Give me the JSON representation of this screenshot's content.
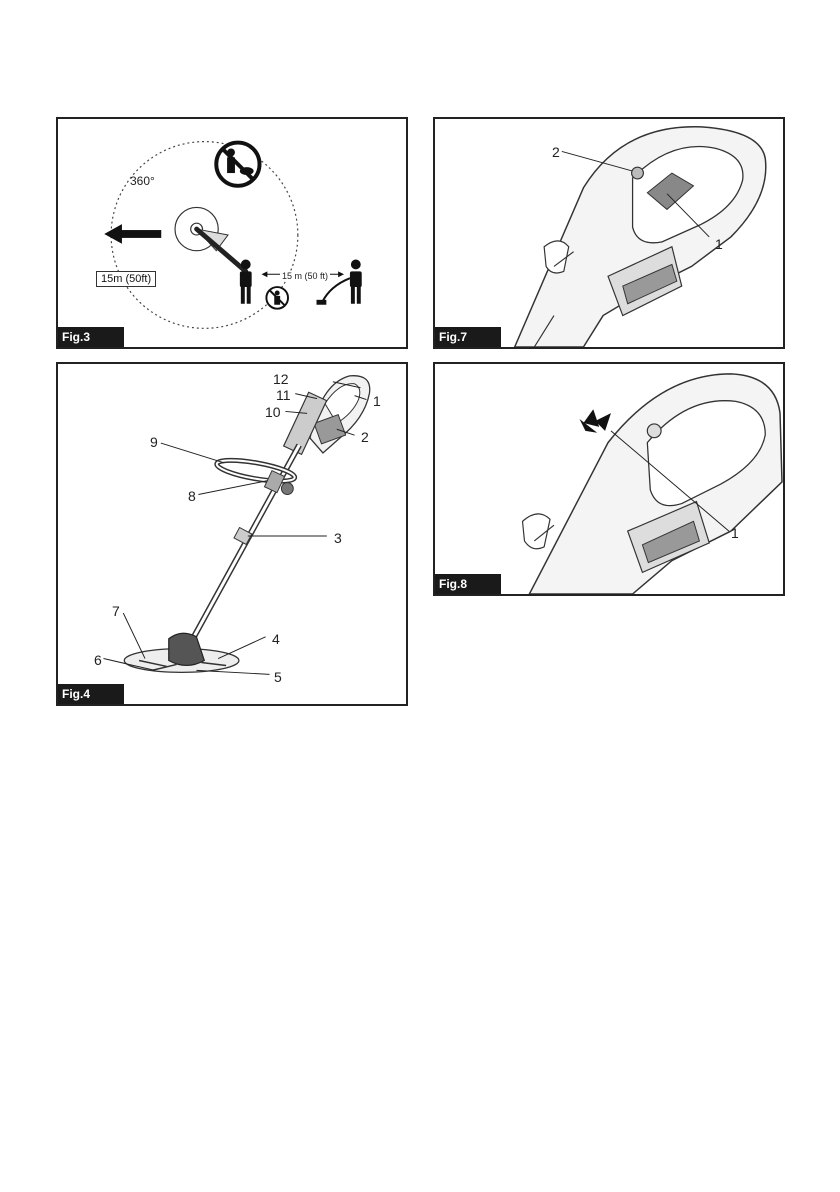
{
  "fig3": {
    "tag": "Fig.3",
    "angle_label": "360°",
    "range_box": "15m (50ft)",
    "bystander_distance": "15 m (50 ft)"
  },
  "fig7": {
    "tag": "Fig.7",
    "callouts": [
      "2",
      "1"
    ]
  },
  "fig4": {
    "tag": "Fig.4",
    "callouts": [
      "12",
      "11",
      "1",
      "10",
      "2",
      "9",
      "8",
      "3",
      "7",
      "4",
      "6",
      "5"
    ]
  },
  "fig8": {
    "tag": "Fig.8",
    "callouts": [
      "1"
    ]
  },
  "icons": {
    "no_people_pets": "no-people-pets-icon",
    "no_bystander": "no-bystander-icon",
    "operator": "operator-icon",
    "direction_arrow": "arrow-left-icon"
  }
}
